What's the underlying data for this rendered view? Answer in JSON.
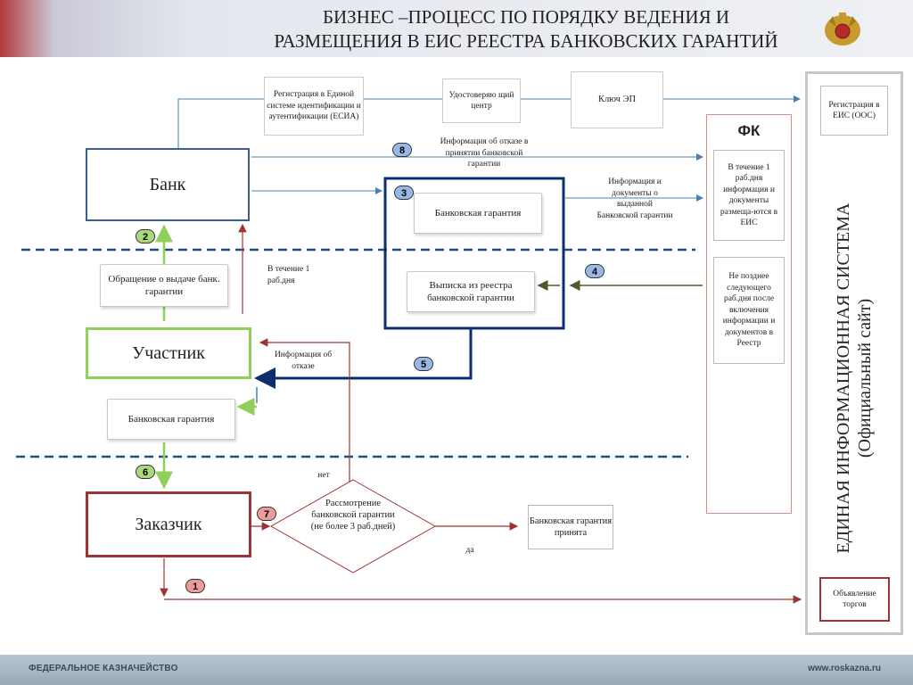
{
  "header": {
    "title_line1": "БИЗНЕС –ПРОЦЕСС ПО ПОРЯДКУ ВЕДЕНИЯ И",
    "title_line2": "РАЗМЕЩЕНИЯ В ЕИС РЕЕСТРА БАНКОВСКИХ ГАРАНТИЙ",
    "emblem": "eagle-emblem-icon"
  },
  "top": {
    "esia": "Регистрация в Единой системе идентификации и аутентификации (ЕСИА)",
    "uc": "Удостоверяю щий центр",
    "key": "Ключ ЭП",
    "eis_reg": "Регистрация в ЕИС (ООС)"
  },
  "actors": {
    "bank": "Банк",
    "participant": "Участник",
    "customer": "Заказчик"
  },
  "docs": {
    "request": "Обращение о выдаче банк. гарантии",
    "bg_center": "Банковская гарантия",
    "extract": "Выписка из реестра банковской гарантии",
    "bg_left": "Банковская гарантия",
    "bg_accepted": "Банковская гарантия принята"
  },
  "labels": {
    "refusal_top": "Информация об отказе в принятии банковской гарантии",
    "info_docs": "Информация и документы о выданной Банковской гарантии",
    "within_day": "В течение 1 раб.дня",
    "refusal_info": "Информация об отказе",
    "no": "нет",
    "yes": "да",
    "review": "Рассмотрение банковской гарантии (не более 3 раб.дней)"
  },
  "fk": {
    "title": "ФК",
    "box1": "В течение 1 раб.дня информация и документы размеща-ются в ЕИС",
    "box2": "Не позднее следующего раб.дня после включения информации и документов в Реестр"
  },
  "eis": {
    "title": "ЕДИНАЯ ИНФОРМАЦИОННАЯ СИСТЕМА",
    "subtitle": "(Официальный сайт)",
    "announce": "Объявление торгов"
  },
  "steps": {
    "s1": "1",
    "s2": "2",
    "s3": "3",
    "s4": "4",
    "s5": "5",
    "s6": "6",
    "s7": "7",
    "s8": "8"
  },
  "footer": {
    "left": "ФЕДЕРАЛЬНОЕ КАЗНАЧЕЙСТВО",
    "right": "www.roskazna.ru"
  },
  "colors": {
    "bank_border": "#3b5e8c",
    "participant_border": "#8fcf5a",
    "customer_border": "#9b3434",
    "navy": "#0e2d6b",
    "dashed": "#1f4f8a"
  }
}
